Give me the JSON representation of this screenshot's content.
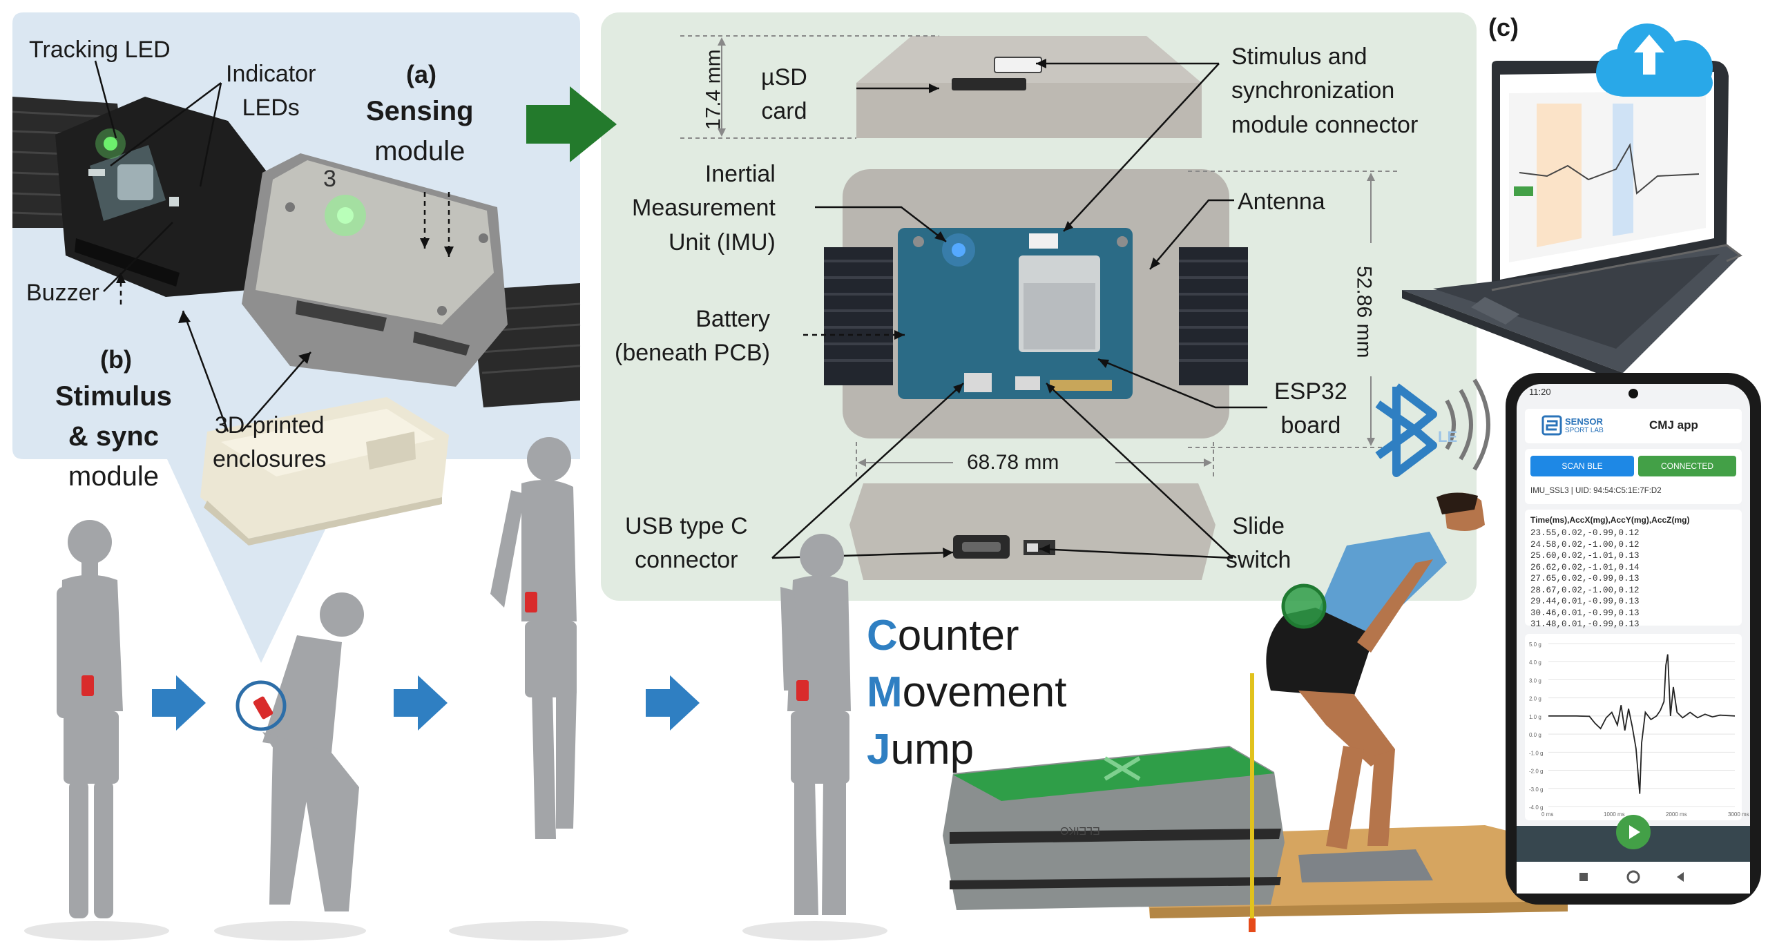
{
  "panel_a": {
    "id": "(a)",
    "title": "Sensing",
    "subtitle": "module",
    "tracking_led": "Tracking LED",
    "indicator_leds": [
      "Indicator",
      "LEDs"
    ],
    "buzzer": "Buzzer",
    "enclosures": [
      "3D-printed",
      "enclosures"
    ],
    "module_number": "3"
  },
  "panel_b": {
    "id": "(b)",
    "title": [
      "Stimulus",
      "& sync"
    ],
    "subtitle": "module"
  },
  "panel_c": {
    "id": "(c)"
  },
  "pcb_callouts": {
    "usd_card": [
      "µSD",
      "card"
    ],
    "stimulus_connector": [
      "Stimulus and",
      "synchronization",
      "module connector"
    ],
    "imu": [
      "Inertial",
      "Measurement",
      "Unit (IMU)"
    ],
    "antenna": "Antenna",
    "battery": [
      "Battery",
      "(beneath PCB)"
    ],
    "esp32": [
      "ESP32",
      "board"
    ],
    "usb": [
      "USB type C",
      "connector"
    ],
    "slide_switch": [
      "Slide",
      "switch"
    ],
    "dim_height": "17.4 mm",
    "dim_length": "52.86 mm",
    "dim_width": "68.78 mm"
  },
  "cmj": {
    "lines": [
      {
        "cap": "C",
        "rest": "ounter"
      },
      {
        "cap": "M",
        "rest": "ovement"
      },
      {
        "cap": "J",
        "rest": "ump"
      }
    ]
  },
  "phone": {
    "time": "11:20",
    "brand": "SENSOR",
    "brand_sub": "SPORT LAB",
    "app_title": "CMJ app",
    "scan_button": "SCAN BLE",
    "connected_button": "CONNECTED",
    "device_info": "IMU_SSL3  |  UID: 94:54:C5:1E:7F:D2",
    "data_header": "Time(ms),AccX(mg),AccY(mg),AccZ(mg)",
    "data_rows": [
      "23.55,0.02,-0.99,0.12",
      "24.58,0.02,-1.00,0.12",
      "25.60,0.02,-1.01,0.13",
      "26.62,0.02,-1.01,0.14",
      "27.65,0.02,-0.99,0.13",
      "28.67,0.02,-1.00,0.12",
      "29.44,0.01,-0.99,0.13",
      "30.46,0.01,-0.99,0.13",
      "31.48,0.01,-0.99,0.13"
    ],
    "chart_y_ticks": [
      "5.0 g",
      "4.0 g",
      "3.0 g",
      "2.0 g",
      "1.0 g",
      "0.0 g",
      "-1.0 g",
      "-2.0 g",
      "-3.0 g",
      "-4.0 g"
    ],
    "chart_x_ticks": [
      "0 ms",
      "1000 ms",
      "2000 ms",
      "3000 ms"
    ]
  },
  "bluetooth": {
    "badge": "LE"
  },
  "mat": {
    "brand": "ELEIKO"
  },
  "colors": {
    "accent_blue": "#2f7fc2",
    "panel_a_bg": "#dbe7f2",
    "panel_pcb_bg": "#e1ebe1",
    "arrow_green": "#237a2c",
    "phone_blue": "#1e88e5",
    "phone_green": "#43a047"
  }
}
